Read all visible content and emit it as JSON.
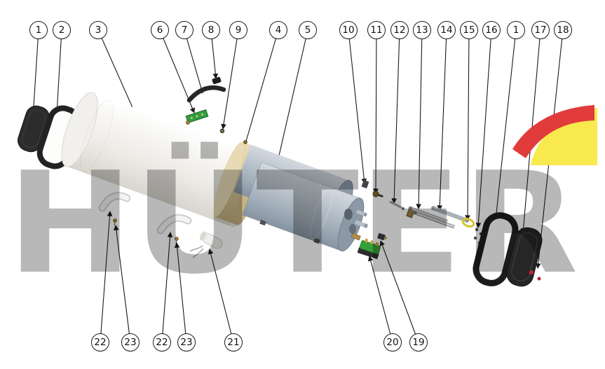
{
  "diagram": {
    "type": "exploded-parts-diagram",
    "watermark": {
      "text": "HÜTER"
    },
    "colors": {
      "shell": "#ece9e3",
      "collar": "#d8c697",
      "tank": "#a7b2be",
      "pcb_green": "#2f9e41",
      "terminal_green": "#35a038",
      "gasket_yellow": "#d6c22e",
      "logo_red": "#e23b3b",
      "logo_yellow": "#f7e94e",
      "callout_line": "#1a1a1a"
    },
    "callouts": {
      "top": [
        {
          "label": "1"
        },
        {
          "label": "2"
        },
        {
          "label": "3"
        },
        {
          "label": "6"
        },
        {
          "label": "7"
        },
        {
          "label": "8"
        },
        {
          "label": "9"
        },
        {
          "label": "4"
        },
        {
          "label": "5"
        },
        {
          "label": "10"
        },
        {
          "label": "11"
        },
        {
          "label": "12"
        },
        {
          "label": "13"
        },
        {
          "label": "14"
        },
        {
          "label": "15"
        },
        {
          "label": "16"
        },
        {
          "label": "1"
        },
        {
          "label": "17"
        },
        {
          "label": "18"
        }
      ],
      "bottom": [
        {
          "label": "22"
        },
        {
          "label": "23"
        },
        {
          "label": "22"
        },
        {
          "label": "23"
        },
        {
          "label": "21"
        },
        {
          "label": "20"
        },
        {
          "label": "19"
        }
      ]
    }
  }
}
